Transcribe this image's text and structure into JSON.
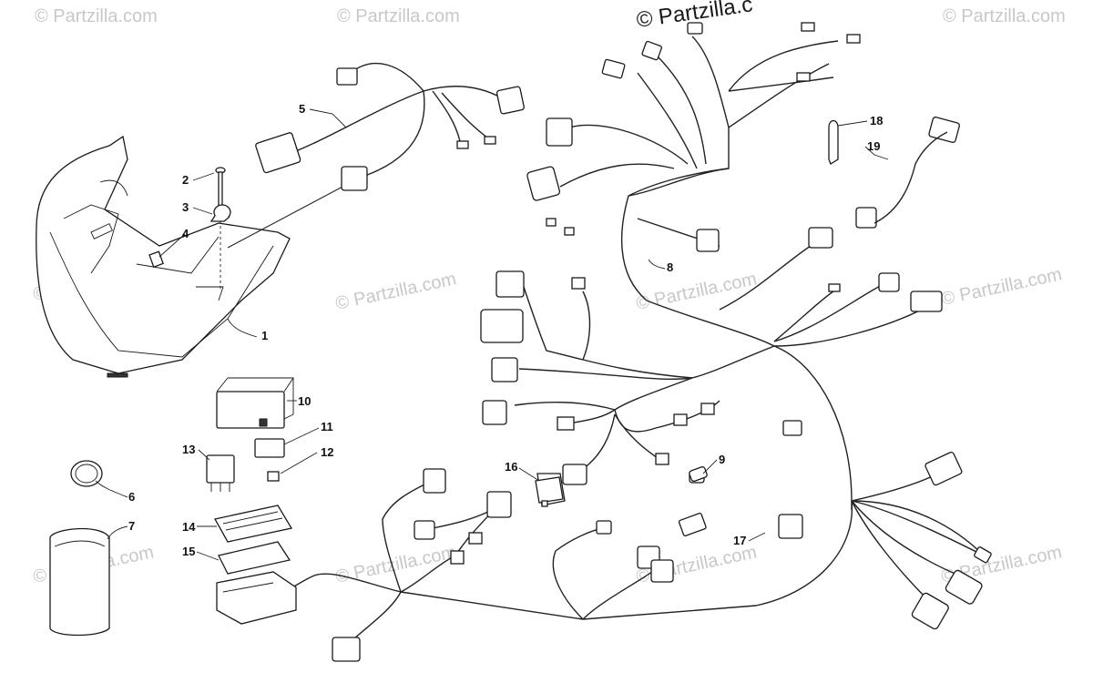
{
  "watermarks": {
    "top": "© Partzilla.c",
    "faint": "© Partzilla.com"
  },
  "callouts": [
    "1",
    "2",
    "3",
    "4",
    "5",
    "6",
    "7",
    "8",
    "9",
    "10",
    "11",
    "12",
    "13",
    "14",
    "15",
    "16",
    "17",
    "18",
    "19"
  ]
}
